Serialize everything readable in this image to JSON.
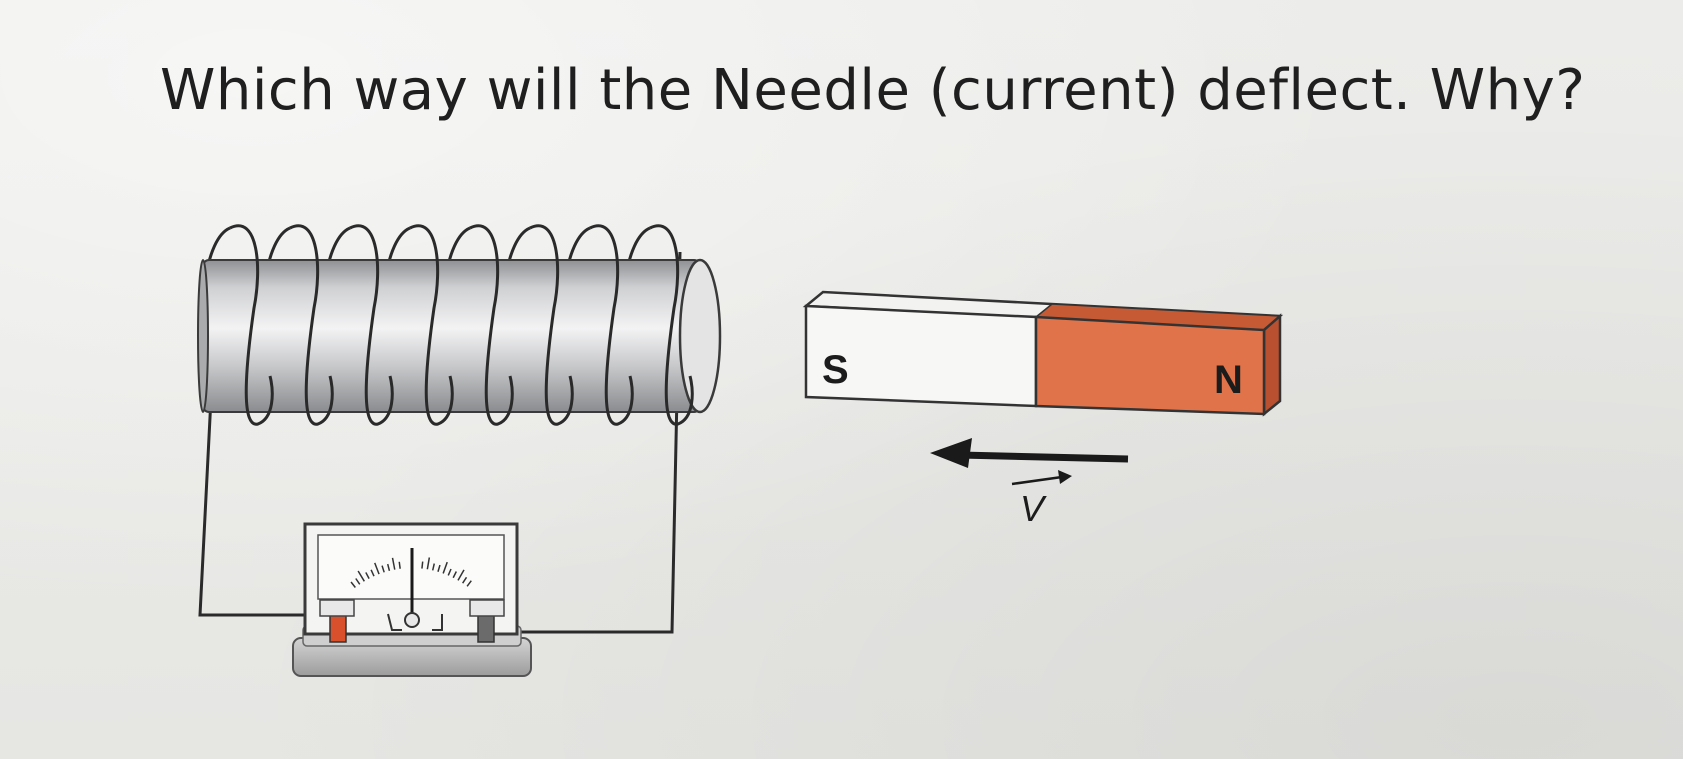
{
  "question": "Which way will the Needle (current) deflect. Why?",
  "magnet": {
    "south_label": "S",
    "north_label": "N",
    "north_color": "#e0734a",
    "south_color": "#f7f7f5"
  },
  "velocity": {
    "label": "V",
    "direction": "left"
  },
  "coil": {
    "turns": 8,
    "core_color": "#c9cacc"
  },
  "galvanometer": {
    "needle_position": "center",
    "terminal_left_color": "#d8502c",
    "terminal_right_color": "#6b6b6b"
  }
}
